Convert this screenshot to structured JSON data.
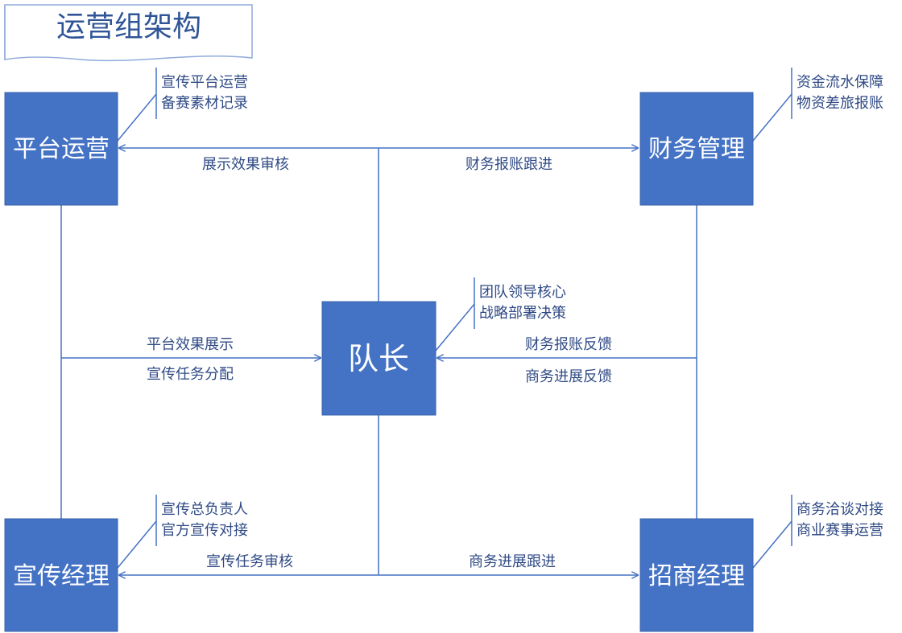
{
  "title": "运营组架构",
  "colors": {
    "box": "#4472c4",
    "line": "#4472c4",
    "label": "#2f4a85",
    "title_text": "#2f5597",
    "title_border": "#8faadc"
  },
  "nodes": {
    "platform": {
      "label": "平台运营",
      "notes": [
        "宣传平台运营",
        "备赛素材记录"
      ]
    },
    "finance": {
      "label": "财务管理",
      "notes": [
        "资金流水保障",
        "物资差旅报账"
      ]
    },
    "captain": {
      "label": "队长",
      "notes": [
        "团队领导核心",
        "战略部署决策"
      ]
    },
    "publicity": {
      "label": "宣传经理",
      "notes": [
        "宣传总负责人",
        "官方宣传对接"
      ]
    },
    "sponsor": {
      "label": "招商经理",
      "notes": [
        "商务洽谈对接",
        "商业赛事运营"
      ]
    }
  },
  "edges": {
    "to_platform": "展示效果审核",
    "to_finance": "财务报账跟进",
    "left_to_captain": [
      "平台效果展示",
      "宣传任务分配"
    ],
    "right_to_captain": [
      "财务报账反馈",
      "商务进展反馈"
    ],
    "to_publicity": "宣传任务审核",
    "to_sponsor": "商务进展跟进"
  }
}
